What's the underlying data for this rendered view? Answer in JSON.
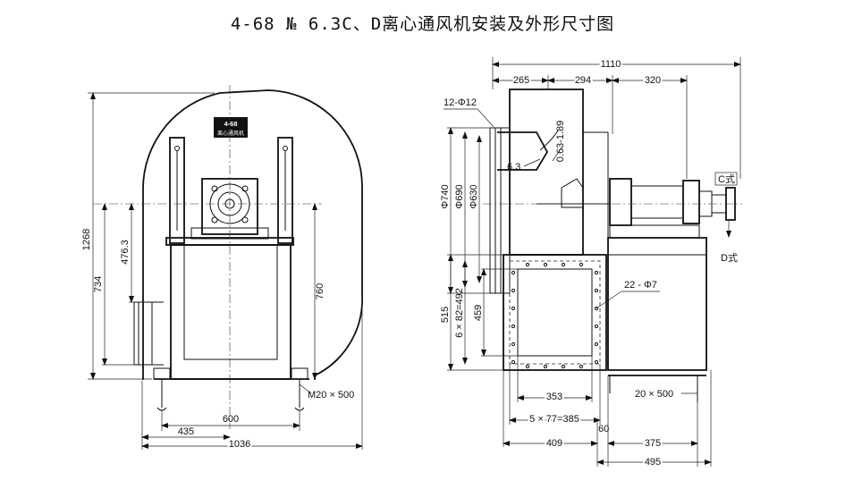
{
  "title": "4-68 № 6.3C、D离心通风机安装及外形尺寸图",
  "nameplate": {
    "line1": "4-68",
    "line2": "离心通风机"
  },
  "left_view": {
    "dims": {
      "h_total": "1268",
      "h_inlet": "734",
      "h_inlet_half": "476.3",
      "h_760": "760",
      "w_600": "600",
      "w_435": "435",
      "w_1036": "1036",
      "bolt": "M20 × 500"
    }
  },
  "right_view": {
    "dims": {
      "w_1110": "1110",
      "w_265": "265",
      "w_294": "294",
      "w_320": "320",
      "holes_top": "12-Φ12",
      "thk_range": "0.63-1.89",
      "thk_63": "6.3",
      "d740": "Φ740",
      "d690": "Φ690",
      "d630": "Φ630",
      "h_515": "515",
      "h_492": "6 × 82=492",
      "h_459": "459",
      "holes_22": "22 - Φ7",
      "w_353": "353",
      "w_385": "5 × 77=385",
      "w_409": "409",
      "w_60": "60",
      "w_375": "375",
      "w_495": "495",
      "bolt_20": "20 × 500",
      "c_type": "C式",
      "d_type": "D式"
    }
  }
}
